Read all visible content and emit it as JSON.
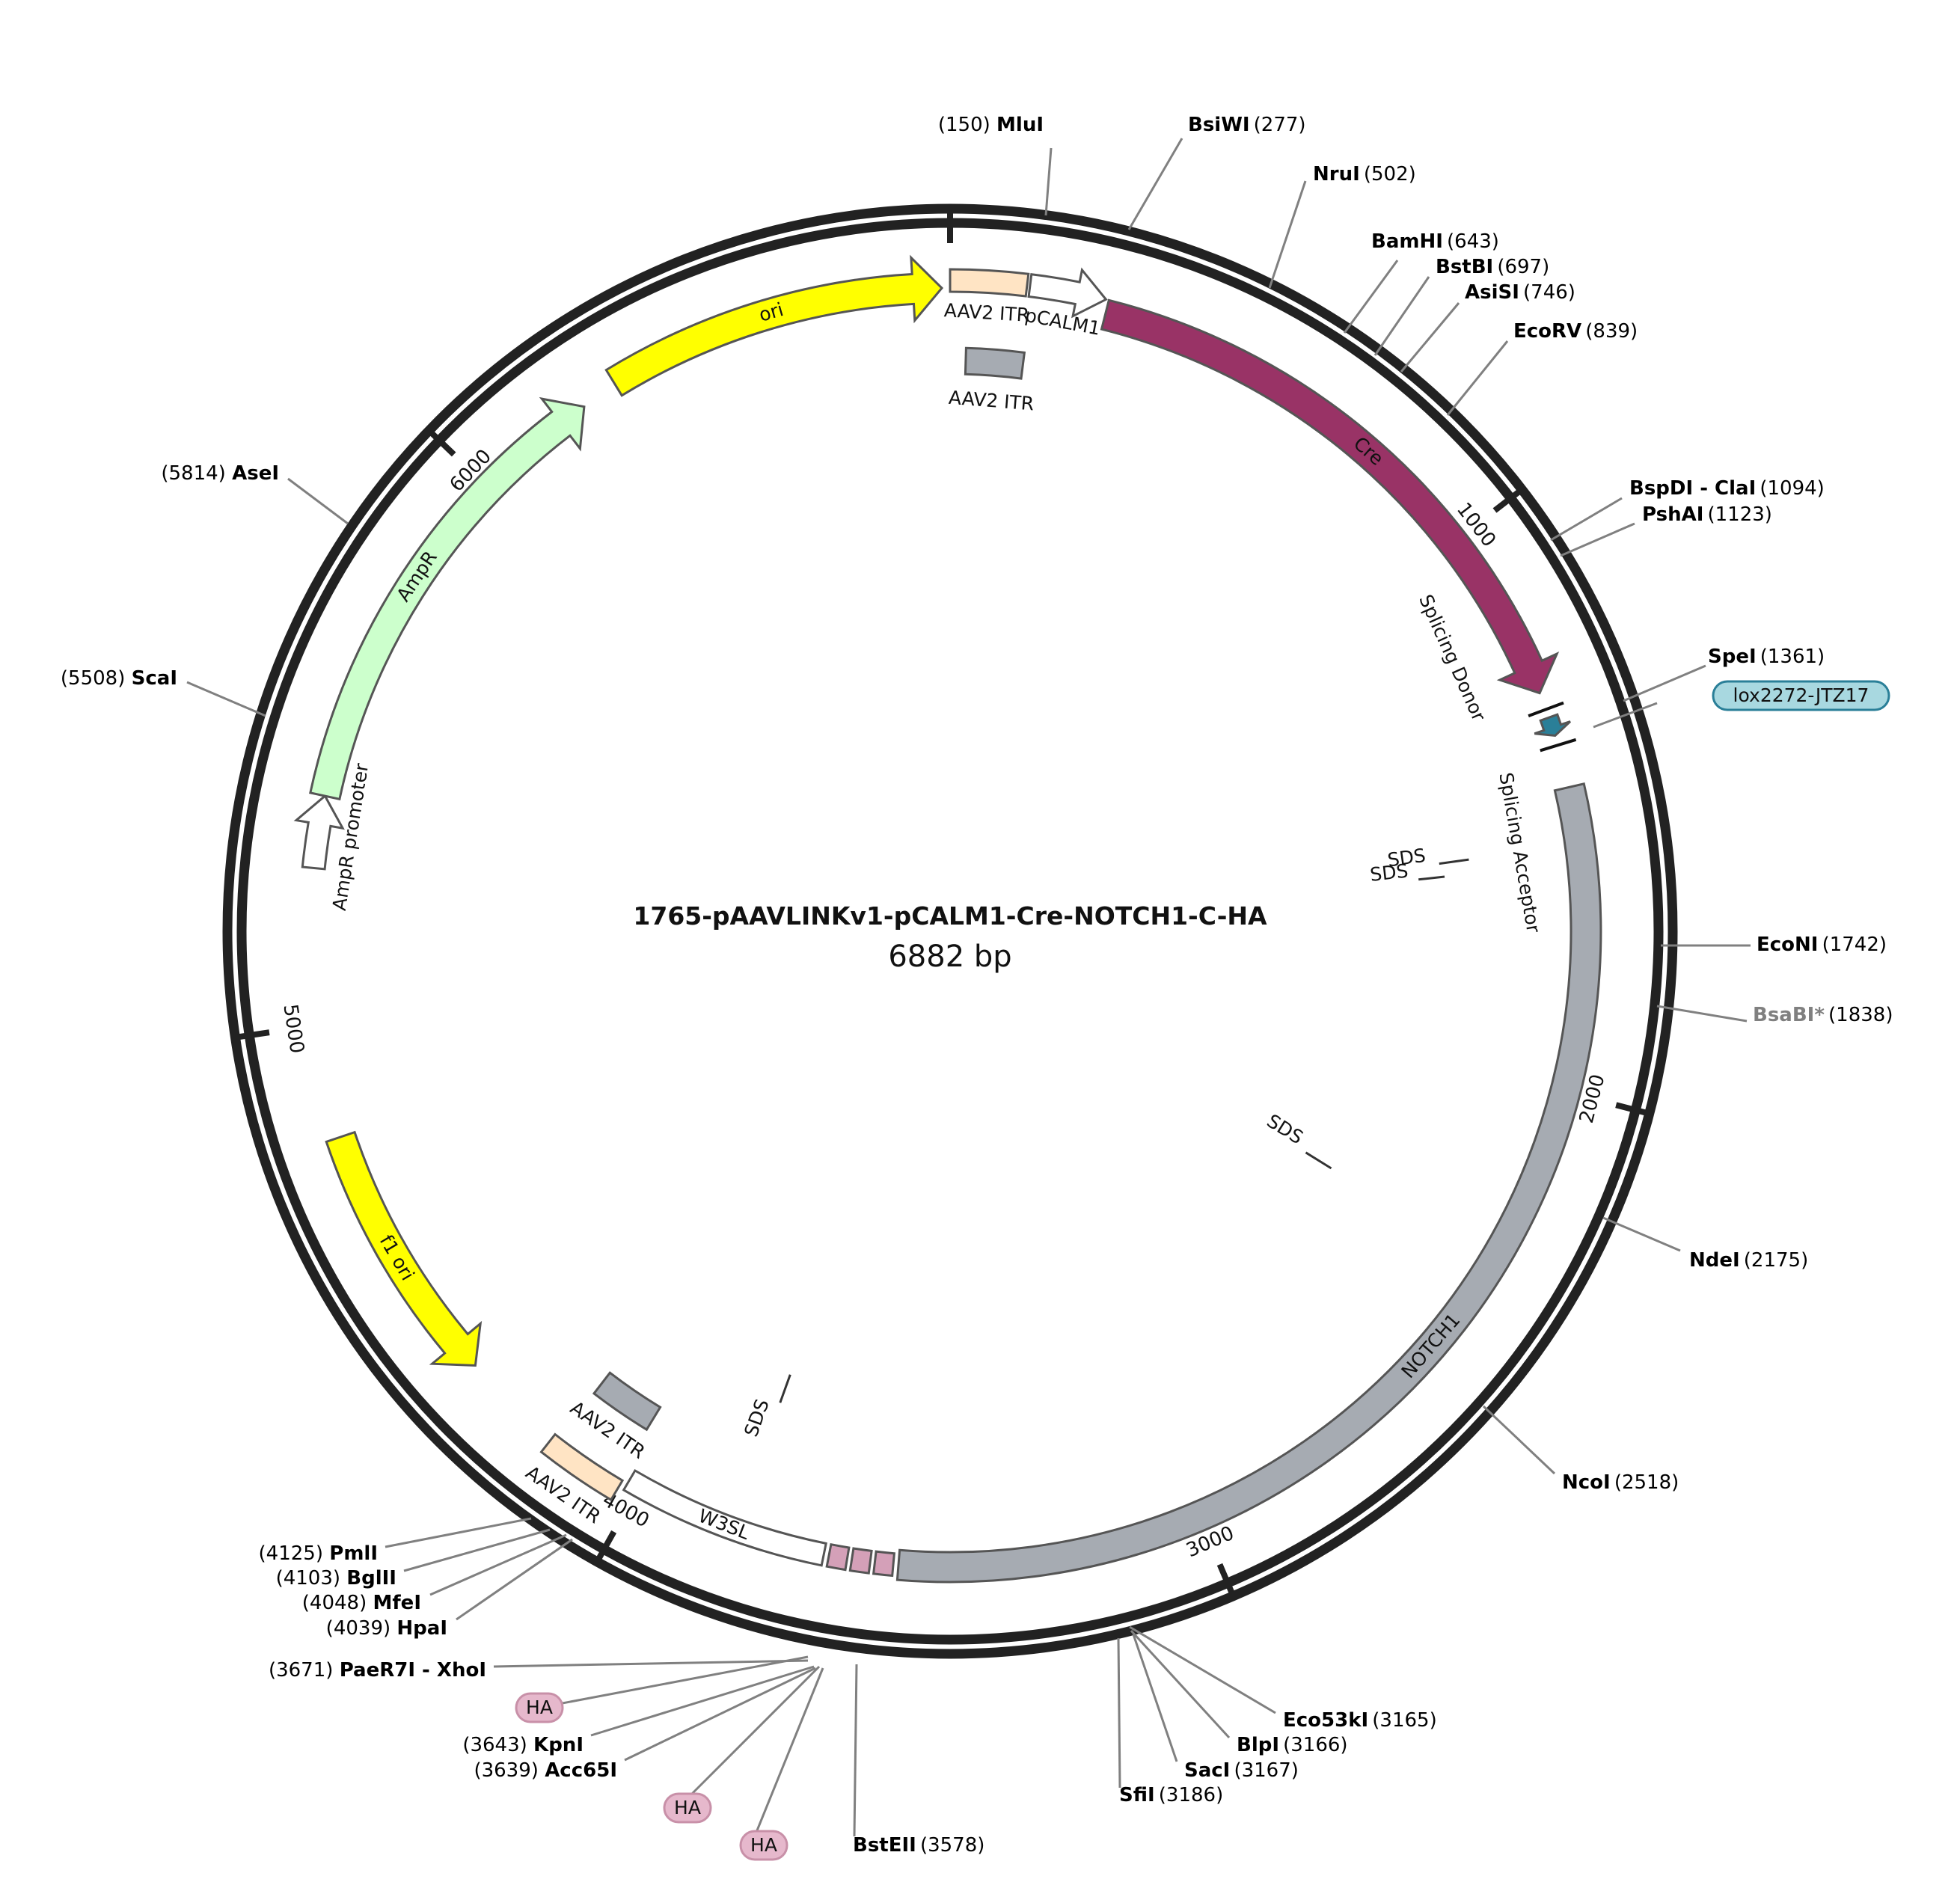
{
  "map": {
    "name": "1765-pAAVLINKv1-pCALM1-Cre-NOTCH1-C-HA",
    "size_label": "6882 bp",
    "length": 6882
  },
  "ticks": [
    {
      "pos": 0,
      "label": ""
    },
    {
      "pos": 1000,
      "label": "1000"
    },
    {
      "pos": 2000,
      "label": "2000"
    },
    {
      "pos": 3000,
      "label": "3000"
    },
    {
      "pos": 4000,
      "label": "4000"
    },
    {
      "pos": 5000,
      "label": "5000"
    },
    {
      "pos": 6000,
      "label": "6000"
    }
  ],
  "features": [
    {
      "name": "ori",
      "start": 6280,
      "end": 6868,
      "direction": 1,
      "color": "#ffff00",
      "label": "ori",
      "label_style": "inside"
    },
    {
      "name": "AAV2 ITR",
      "start": 0,
      "end": 130,
      "direction": 0,
      "color": "#ffe4c4",
      "label": "AAV2 ITR",
      "label_style": "below"
    },
    {
      "name": "pCALM1",
      "start": 135,
      "end": 265,
      "direction": 1,
      "color": "#ffffff",
      "label": "pCALM1",
      "label_style": "below"
    },
    {
      "name": "Cre",
      "start": 270,
      "end": 1300,
      "direction": 1,
      "color": "#993366",
      "label": "Cre",
      "label_style": "inside-white"
    },
    {
      "name": "lox2272-JTZ17",
      "start": 1345,
      "end": 1378,
      "direction": 1,
      "color": "#2a7f98",
      "label": "",
      "label_style": "none"
    },
    {
      "name": "NOTCH1",
      "start": 1470,
      "end": 3530,
      "direction": 0,
      "color": "#a6abb2",
      "label": "NOTCH1",
      "label_style": "inside"
    },
    {
      "name": "HA",
      "start": 3535,
      "end": 3655,
      "direction": 0,
      "color": "#d4a0b8",
      "label": "",
      "label_style": "none"
    },
    {
      "name": "W3SL",
      "start": 3660,
      "end": 4020,
      "direction": 0,
      "color": "#ffffff",
      "label": "W3SL",
      "label_style": "inside"
    },
    {
      "name": "AAV2 ITR",
      "start": 4030,
      "end": 4170,
      "direction": 0,
      "color": "#ffe4c4",
      "label": "AAV2 ITR",
      "label_style": "above"
    },
    {
      "name": "f1 ori",
      "start": 4350,
      "end": 4805,
      "direction": -1,
      "color": "#ffff00",
      "label": "f1 ori",
      "label_style": "inside"
    },
    {
      "name": "AmpR promoter",
      "start": 5270,
      "end": 5395,
      "direction": 1,
      "color": "#ffffff",
      "label": "AmpR promoter",
      "label_style": "side"
    },
    {
      "name": "AmpR",
      "start": 5395,
      "end": 6215,
      "direction": 1,
      "color": "#ccffcc",
      "label": "AmpR",
      "label_style": "inside"
    }
  ],
  "small_boxes": [
    {
      "name": "AAV2 ITR",
      "start": 30,
      "end": 140,
      "color": "#a6abb2",
      "label": "AAV2 ITR"
    },
    {
      "name": "AAV2 ITR",
      "start": 4040,
      "end": 4160,
      "color": "#a6abb2",
      "label": "AAV2 ITR"
    }
  ],
  "sds_marks": [
    {
      "pos": 1570,
      "label": "SDS"
    },
    {
      "pos": 1600,
      "label": "SDS"
    },
    {
      "pos": 2330,
      "label": "SDS"
    },
    {
      "pos": 3820,
      "label": "SDS"
    }
  ],
  "splice_labels": [
    {
      "text": "Splicing Donor"
    },
    {
      "text": "Splicing Acceptor"
    }
  ],
  "sites": [
    {
      "name": "MluI",
      "pos": "150",
      "side": "left",
      "grey": false
    },
    {
      "name": "BsiWI",
      "pos": "277",
      "side": "right",
      "grey": false
    },
    {
      "name": "NruI",
      "pos": "502",
      "side": "right",
      "grey": false
    },
    {
      "name": "BamHI",
      "pos": "643",
      "side": "right",
      "grey": false
    },
    {
      "name": "BstBI",
      "pos": "697",
      "side": "right",
      "grey": false
    },
    {
      "name": "AsiSI",
      "pos": "746",
      "side": "right",
      "grey": false
    },
    {
      "name": "EcoRV",
      "pos": "839",
      "side": "right",
      "grey": false
    },
    {
      "name": "BspDI - ClaI",
      "pos": "1094",
      "side": "right",
      "grey": false
    },
    {
      "name": "PshAI",
      "pos": "1123",
      "side": "right",
      "grey": false
    },
    {
      "name": "SpeI",
      "pos": "1361",
      "side": "right",
      "grey": false
    },
    {
      "name": "EcoNI",
      "pos": "1742",
      "side": "right",
      "grey": false
    },
    {
      "name": "BsaBI*",
      "pos": "1838",
      "side": "right",
      "grey": true
    },
    {
      "name": "NdeI",
      "pos": "2175",
      "side": "right",
      "grey": false
    },
    {
      "name": "NcoI",
      "pos": "2518",
      "side": "right",
      "grey": false
    },
    {
      "name": "Eco53kI",
      "pos": "3165",
      "side": "right",
      "grey": false
    },
    {
      "name": "BlpI",
      "pos": "3166",
      "side": "right",
      "grey": false
    },
    {
      "name": "SacI",
      "pos": "3167",
      "side": "right",
      "grey": false
    },
    {
      "name": "SfiI",
      "pos": "3186",
      "side": "right",
      "grey": false
    },
    {
      "name": "BstEII",
      "pos": "3578",
      "side": "right",
      "grey": false
    },
    {
      "name": "Acc65I",
      "pos": "3639",
      "side": "left",
      "grey": false
    },
    {
      "name": "KpnI",
      "pos": "3643",
      "side": "left",
      "grey": false
    },
    {
      "name": "PaeR7I - XhoI",
      "pos": "3671",
      "side": "left",
      "grey": false
    },
    {
      "name": "HpaI",
      "pos": "4039",
      "side": "left",
      "grey": false
    },
    {
      "name": "MfeI",
      "pos": "4048",
      "side": "left",
      "grey": false
    },
    {
      "name": "BglII",
      "pos": "4103",
      "side": "left",
      "grey": false
    },
    {
      "name": "PmlI",
      "pos": "4125",
      "side": "left",
      "grey": false
    },
    {
      "name": "ScaI",
      "pos": "5508",
      "side": "left",
      "grey": false
    },
    {
      "name": "AseI",
      "pos": "5814",
      "side": "left",
      "grey": false
    }
  ],
  "feature_badges": [
    {
      "text": "lox2272-JTZ17",
      "color": "#a8d8e0",
      "border": "#2a7f98"
    },
    {
      "text": "HA",
      "color": "#e6b8cc",
      "border": "#c890a8"
    },
    {
      "text": "HA",
      "color": "#e6b8cc",
      "border": "#c890a8"
    },
    {
      "text": "HA",
      "color": "#e6b8cc",
      "border": "#c890a8"
    }
  ]
}
